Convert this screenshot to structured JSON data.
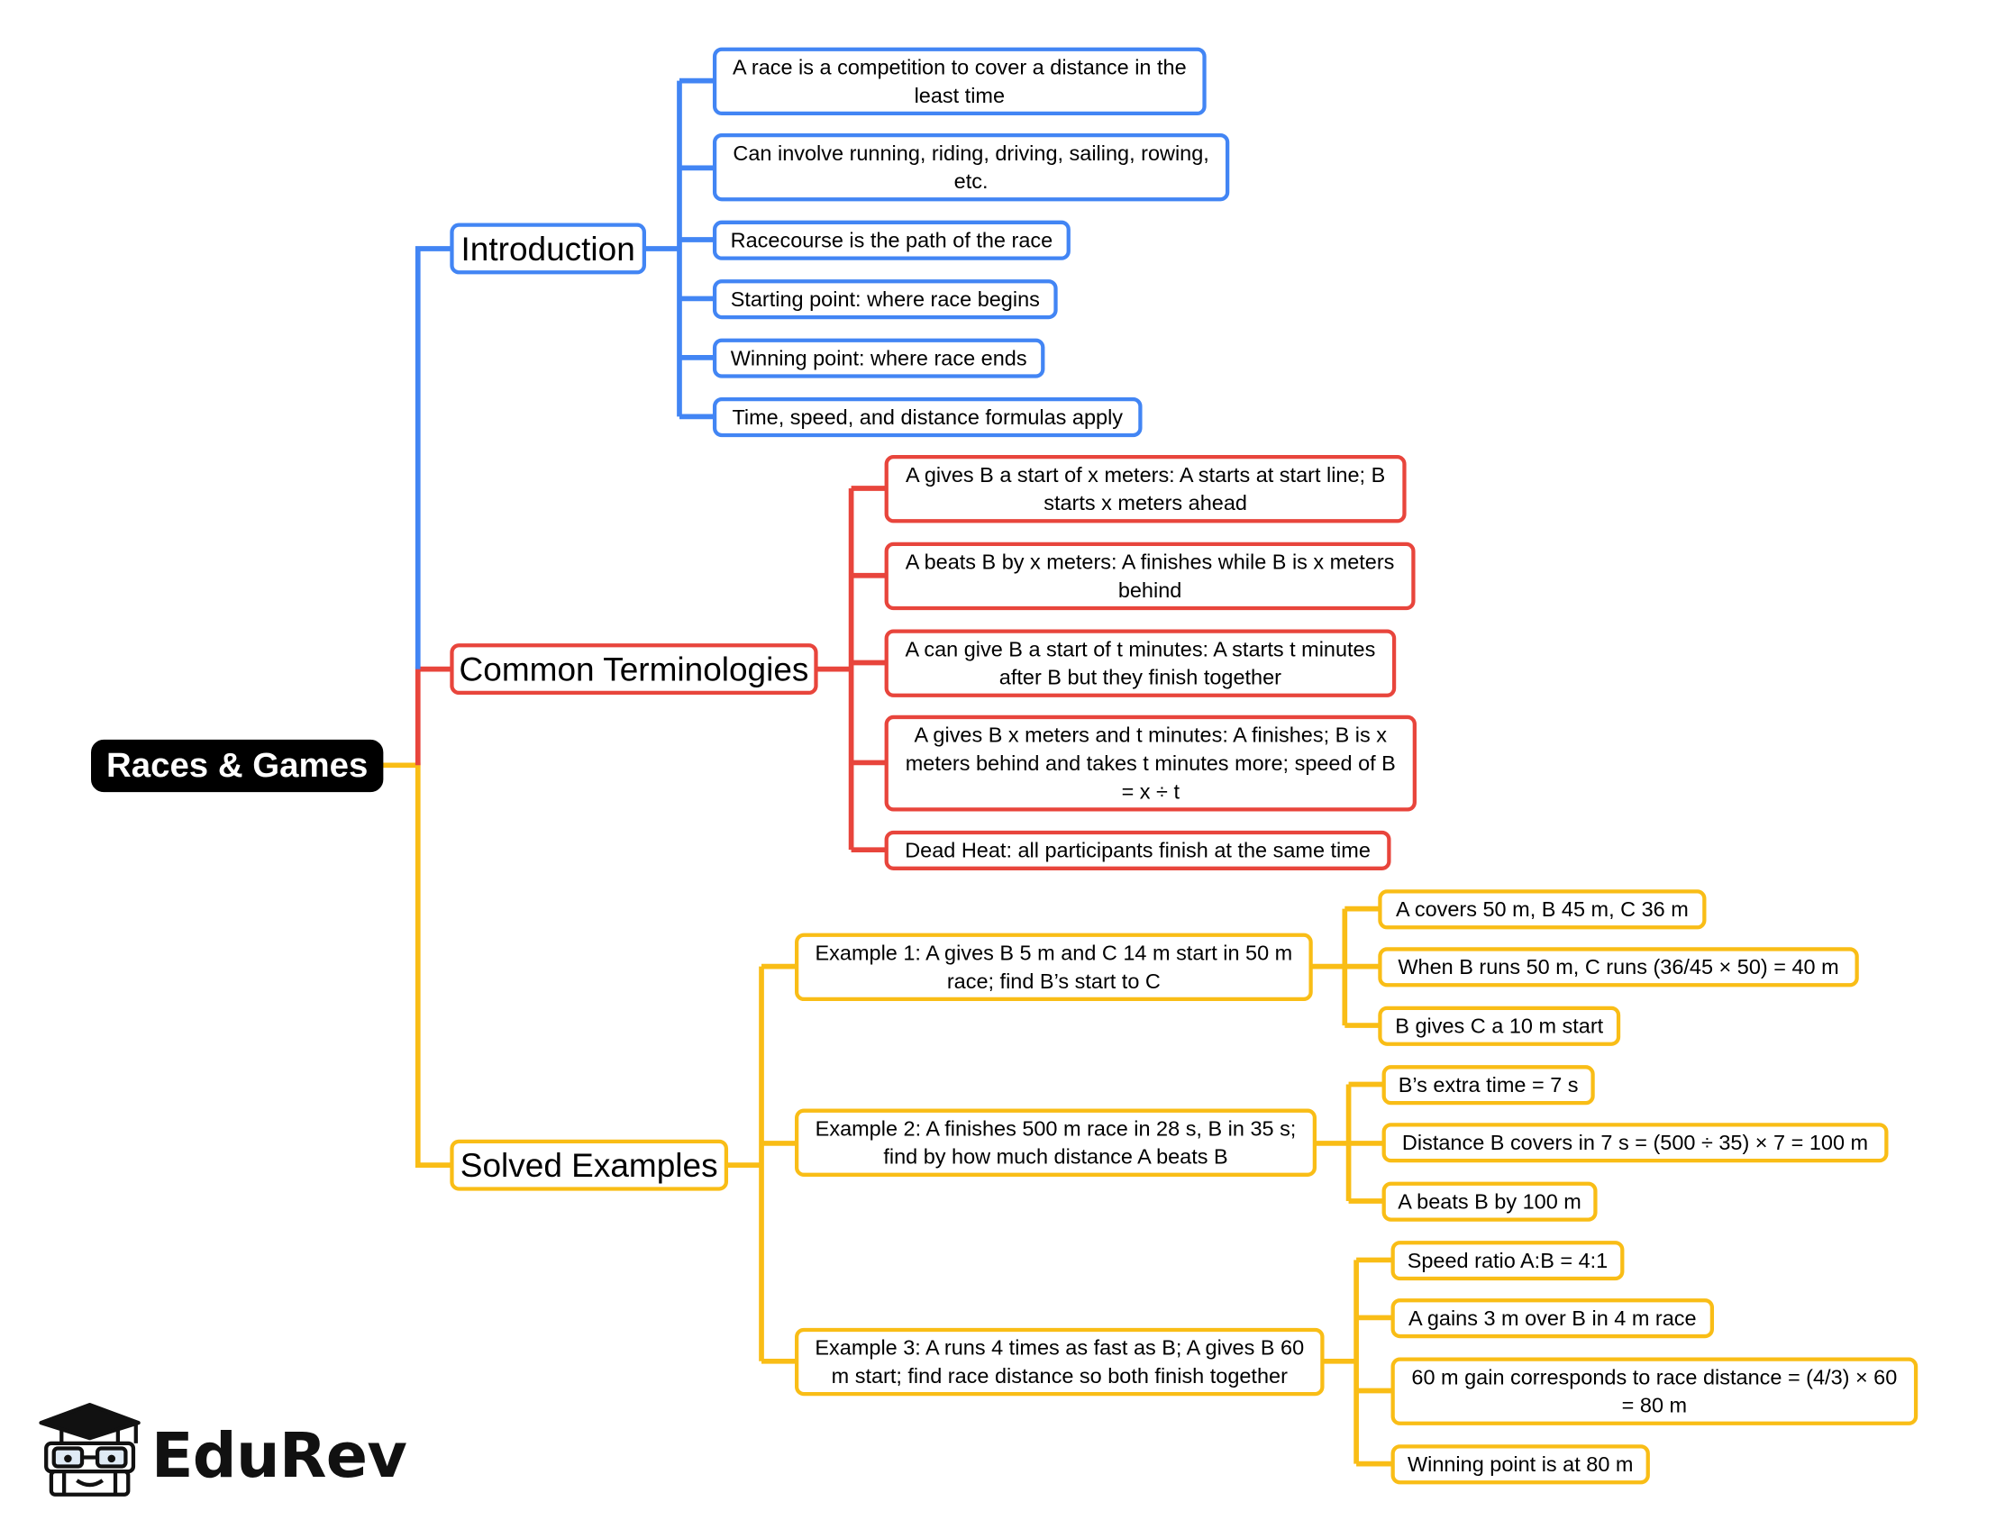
{
  "root": {
    "label": "Races & Games"
  },
  "colors": {
    "introduction": "#4285f4",
    "terminologies": "#e8453c",
    "examples": "#f9bd16",
    "root_bg": "#000000"
  },
  "introduction": {
    "label": "Introduction",
    "items": [
      "A race is a competition to cover a distance in the least time",
      "Can involve running, riding, driving, sailing, rowing, etc.",
      "Racecourse is the path of the race",
      "Starting point: where race begins",
      "Winning point: where race ends",
      "Time, speed, and distance formulas apply"
    ]
  },
  "terminologies": {
    "label": "Common Terminologies",
    "items": [
      "A gives B a start of x meters: A starts at start line; B starts x meters ahead",
      "A beats B by x meters: A finishes while B is x meters behind",
      "A can give B a start of t minutes: A starts t minutes after B but they finish together",
      "A gives B x meters and t minutes: A finishes; B is x meters behind and takes t minutes more; speed of B = x ÷ t",
      "Dead Heat: all participants finish at the same time"
    ]
  },
  "examples": {
    "label": "Solved Examples",
    "items": [
      {
        "label": "Example 1: A gives B 5 m and C 14 m start in 50 m race; find B’s start to C",
        "steps": [
          "A covers 50 m, B 45 m, C 36 m",
          "When B runs 50 m, C runs (36/45 × 50) = 40 m",
          "B gives C a 10 m start"
        ]
      },
      {
        "label": "Example 2: A finishes 500 m race in 28 s, B in 35 s; find by how much distance A beats B",
        "steps": [
          "B’s extra time = 7 s",
          "Distance B covers in 7 s = (500 ÷ 35) × 7 = 100 m",
          "A beats B by 100 m"
        ]
      },
      {
        "label": "Example 3: A runs 4 times as fast as B; A gives B 60 m start; find race distance so both finish together",
        "steps": [
          "Speed ratio A:B = 4:1",
          "A gains 3 m over B in 4 m race",
          "60 m gain corresponds to race distance = (4/3) × 60 = 80 m",
          "Winning point is at 80 m"
        ]
      }
    ]
  },
  "logo": {
    "text": "EduRev",
    "icon": "graduation-cap-mascot-icon"
  }
}
